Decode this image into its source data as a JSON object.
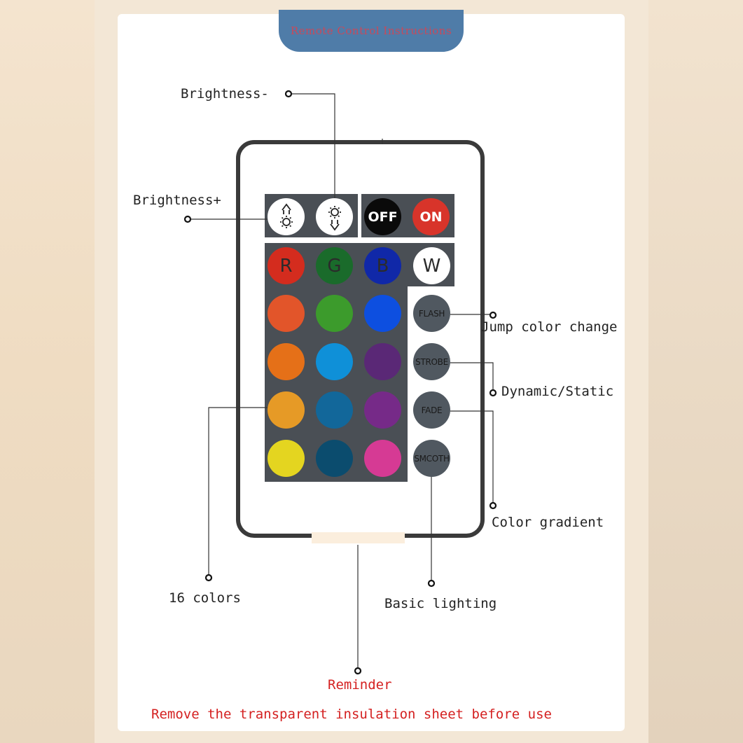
{
  "header": {
    "title": "Remote Control Instructions"
  },
  "remote": {
    "brightness_down_icon": "sun-arrow-down-icon",
    "brightness_up_icon": "sun-arrow-up-icon",
    "off_label": "OFF",
    "on_label": "ON",
    "rgbw": [
      {
        "label": "R",
        "color": "#d42c1e"
      },
      {
        "label": "G",
        "color": "#1a6b2b"
      },
      {
        "label": "B",
        "color": "#1028a8"
      },
      {
        "label": "W",
        "color": "#ffffff"
      }
    ],
    "color_buttons": [
      "#e2552a",
      "#3c9b2c",
      "#0d4fe0",
      "#e57018",
      "#0f90d8",
      "#5a2876",
      "#e69a26",
      "#12679a",
      "#762a88",
      "#e4d520",
      "#0b4c6e",
      "#d63a94"
    ],
    "mode_buttons": [
      "FLASH",
      "STROBE",
      "FADE",
      "SMCOTH"
    ],
    "colors": {
      "power_off": "#0a0a0a",
      "power_on": "#d8342a",
      "panel": "#4a4f55"
    }
  },
  "callouts": {
    "brightness_minus": "Brightness-",
    "brightness_plus": "Brightness+",
    "jump_color_change": "Jump color change",
    "dynamic_static": "Dynamic/Static",
    "color_gradient": "Color gradient",
    "sixteen_colors": "16 colors",
    "basic_lighting": "Basic lighting",
    "reminder": "Reminder",
    "reminder_text": "Remove the transparent insulation sheet before use"
  }
}
